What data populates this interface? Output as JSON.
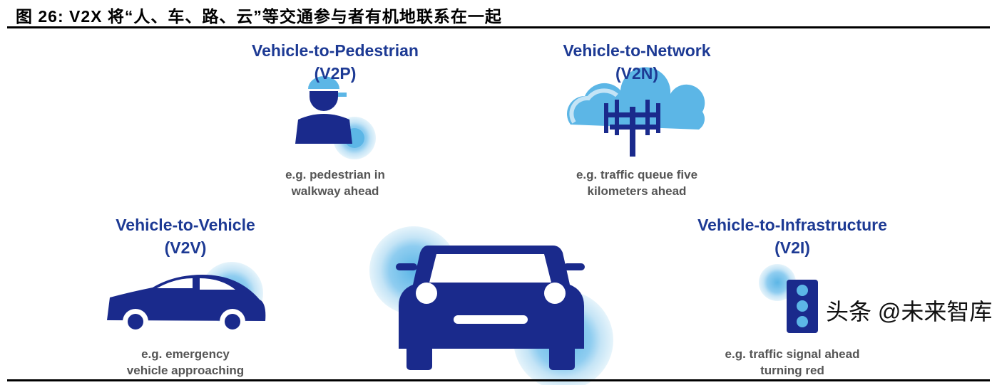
{
  "figure": {
    "title": "图 26:  V2X 将“人、车、路、云”等交通参与者有机地联系在一起"
  },
  "nodes": {
    "v2p": {
      "title": "Vehicle-to-Pedestrian",
      "abbr": "(V2P)",
      "caption1": "e.g. pedestrian in",
      "caption2": "walkway ahead",
      "icon": "pedestrian-icon"
    },
    "v2n": {
      "title": "Vehicle-to-Network",
      "abbr": "(V2N)",
      "caption1": "e.g. traffic queue five",
      "caption2": "kilometers ahead",
      "icon": "cell-tower-cloud-icon"
    },
    "v2v": {
      "title": "Vehicle-to-Vehicle",
      "abbr": "(V2V)",
      "caption1": "e.g. emergency",
      "caption2": "vehicle approaching",
      "icon": "car-side-icon"
    },
    "v2i": {
      "title": "Vehicle-to-Infrastructure",
      "abbr": "(V2I)",
      "caption1": "e.g. traffic signal ahead",
      "caption2": "turning red",
      "icon": "traffic-light-icon"
    },
    "center": {
      "icon": "car-front-icon"
    }
  },
  "watermark": "头条 @未来智库",
  "colors": {
    "dark_blue": "#1a2a8c",
    "light_blue": "#5cb6e6",
    "pale_blue": "#c4e4f6",
    "title_blue": "#1d3a94"
  }
}
